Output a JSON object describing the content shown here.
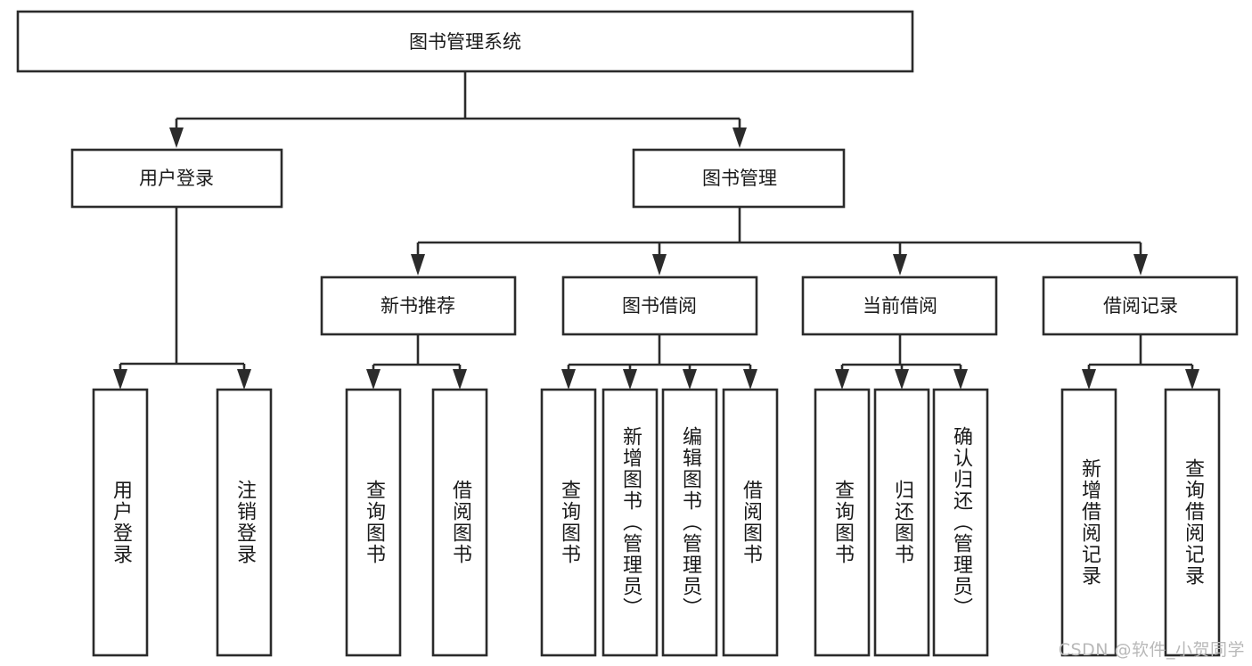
{
  "diagram": {
    "title": "图书管理系统",
    "watermark": "CSDN @软件_小贺同学",
    "colors": {
      "stroke": "#2b2b2b",
      "fill": "#ffffff",
      "text": "#1a1a1a",
      "watermark": "#b9b9b9",
      "background": "#ffffff"
    },
    "root": {
      "label": "图书管理系统"
    },
    "level2": [
      {
        "label": "用户登录"
      },
      {
        "label": "图书管理"
      }
    ],
    "level3": [
      {
        "label": "新书推荐"
      },
      {
        "label": "图书借阅"
      },
      {
        "label": "当前借阅"
      },
      {
        "label": "借阅记录"
      }
    ],
    "leaves": [
      {
        "label": "用户登录",
        "parent": "用户登录"
      },
      {
        "label": "注销登录",
        "parent": "用户登录"
      },
      {
        "label": "查询图书",
        "parent": "新书推荐"
      },
      {
        "label": "借阅图书",
        "parent": "新书推荐"
      },
      {
        "label": "查询图书",
        "parent": "图书借阅"
      },
      {
        "label": "新增图书（管理员）",
        "parent": "图书借阅"
      },
      {
        "label": "编辑图书（管理员）",
        "parent": "图书借阅"
      },
      {
        "label": "借阅图书",
        "parent": "图书借阅"
      },
      {
        "label": "查询图书",
        "parent": "当前借阅"
      },
      {
        "label": "归还图书",
        "parent": "当前借阅"
      },
      {
        "label": "确认归还（管理员）",
        "parent": "当前借阅"
      },
      {
        "label": "新增借阅记录",
        "parent": "借阅记录"
      },
      {
        "label": "查询借阅记录",
        "parent": "借阅记录"
      }
    ]
  }
}
